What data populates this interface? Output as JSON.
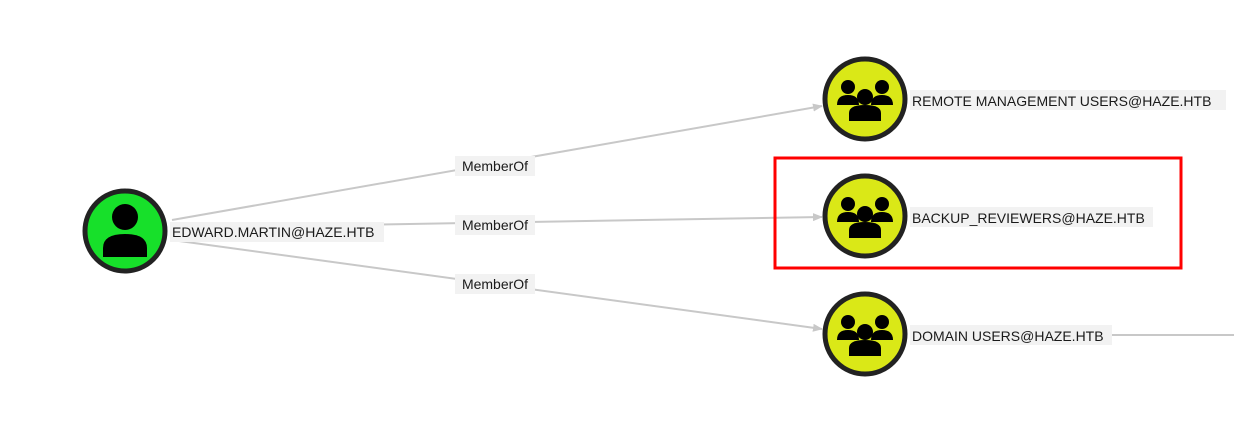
{
  "graph": {
    "nodes": [
      {
        "id": "user",
        "label": "EDWARD.MARTIN@HAZE.HTB",
        "type": "user",
        "color": "#17e02a"
      },
      {
        "id": "rmu",
        "label": "REMOTE MANAGEMENT USERS@HAZE.HTB",
        "type": "group",
        "color": "#dae817"
      },
      {
        "id": "backup",
        "label": "BACKUP_REVIEWERS@HAZE.HTB",
        "type": "group",
        "color": "#dae817",
        "highlighted": true
      },
      {
        "id": "du",
        "label": "DOMAIN USERS@HAZE.HTB",
        "type": "group",
        "color": "#dae817"
      }
    ],
    "edges": [
      {
        "from": "user",
        "to": "rmu",
        "label": "MemberOf"
      },
      {
        "from": "user",
        "to": "backup",
        "label": "MemberOf"
      },
      {
        "from": "user",
        "to": "du",
        "label": "MemberOf"
      }
    ],
    "highlight_color": "#ff0000",
    "edge_color": "#c8c8c8"
  }
}
